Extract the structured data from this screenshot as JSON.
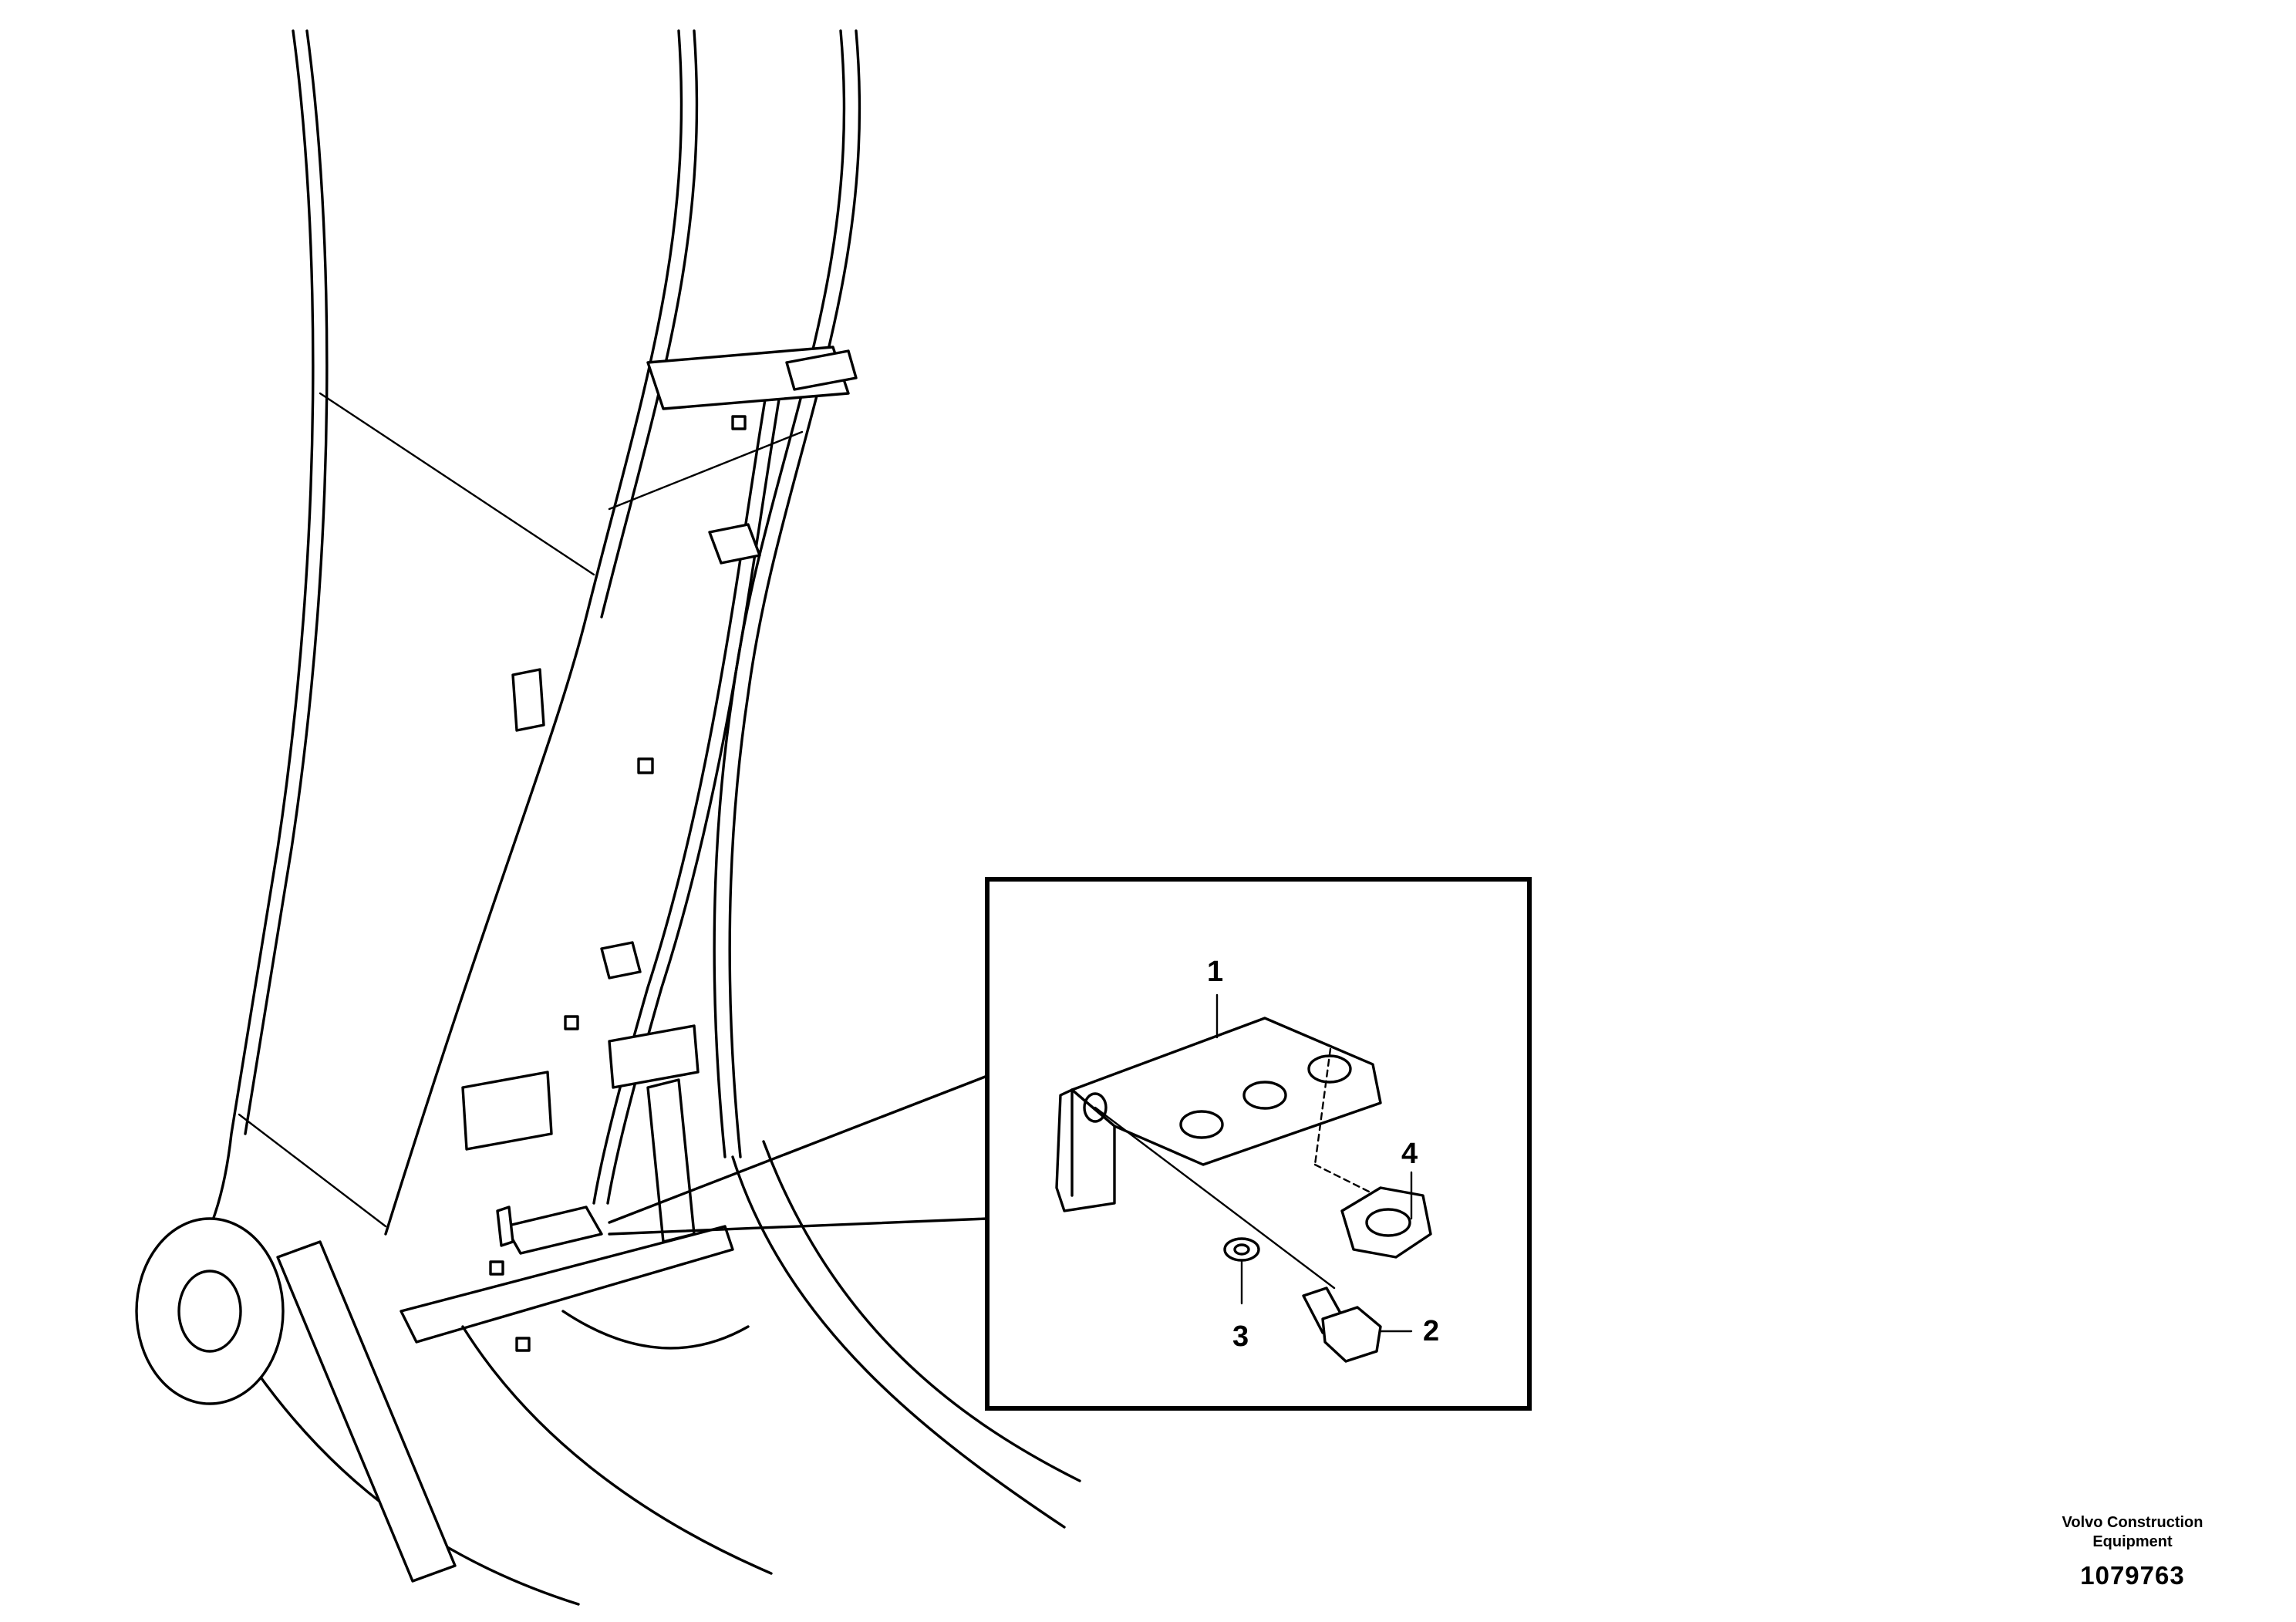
{
  "drawing": {
    "callouts": [
      {
        "id": "1",
        "label": "1"
      },
      {
        "id": "2",
        "label": "2"
      },
      {
        "id": "3",
        "label": "3"
      },
      {
        "id": "4",
        "label": "4"
      }
    ]
  },
  "credit": {
    "line1": "Volvo Construction",
    "line2": "Equipment",
    "number": "1079763"
  }
}
